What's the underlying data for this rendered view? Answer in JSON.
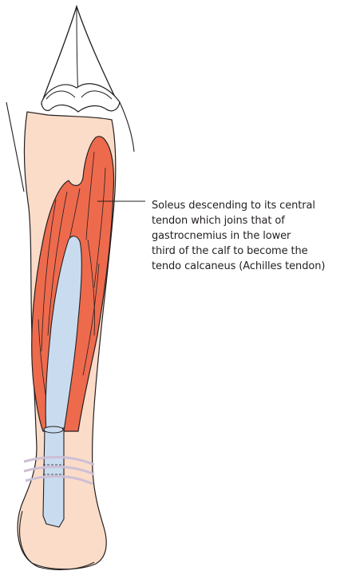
{
  "annotation": {
    "lines": [
      "Soleus descending to its central",
      "tendon which joins that of",
      "gastrocnemius in the lower",
      "third of the calf to become the",
      "tendo calcaneus (Achilles tendon)"
    ]
  },
  "colors": {
    "skin": "#fbdcc8",
    "muscle": "#ee6a4d",
    "tendon": "#c9dcef",
    "outline": "#231f20",
    "ligament": "#cdbfd6"
  },
  "icons": [
    "lower-leg-illustration",
    "soleus-muscle",
    "achilles-tendon",
    "knee-joint",
    "heel"
  ]
}
